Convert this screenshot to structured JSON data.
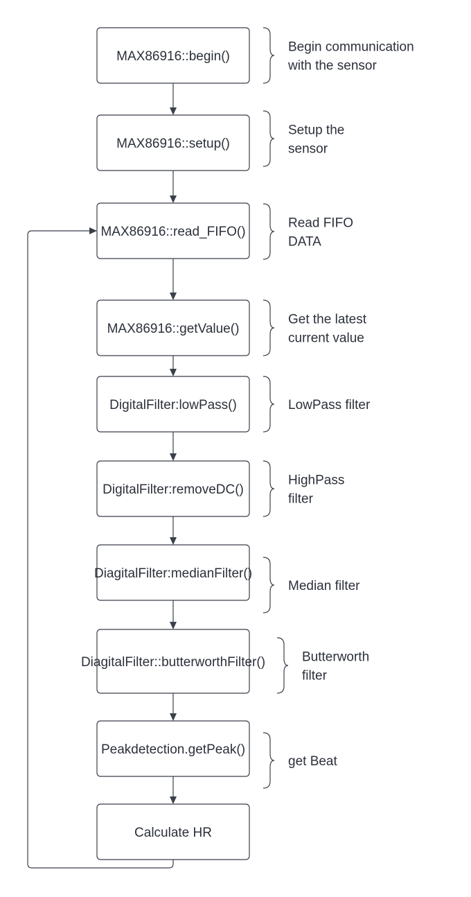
{
  "flowchart": {
    "steps": [
      {
        "id": "begin",
        "label": "MAX86916::begin()",
        "note": [
          "Begin communication",
          "with the sensor"
        ]
      },
      {
        "id": "setup",
        "label": "MAX86916::setup()",
        "note": [
          "Setup the",
          "sensor"
        ]
      },
      {
        "id": "read-fifo",
        "label": "MAX86916::read_FIFO()",
        "note": [
          "Read FIFO",
          "DATA"
        ]
      },
      {
        "id": "get-value",
        "label": "MAX86916::getValue()",
        "note": [
          "Get the latest",
          "current value"
        ]
      },
      {
        "id": "low-pass",
        "label": "DigitalFilter:lowPass()",
        "note": [
          "LowPass filter"
        ]
      },
      {
        "id": "remove-dc",
        "label": "DigitalFilter:removeDC()",
        "note": [
          "HighPass",
          "filter"
        ]
      },
      {
        "id": "median-filter",
        "label": "DiagitalFilter:medianFilter()",
        "note": [
          "Median filter"
        ]
      },
      {
        "id": "butterworth-filter",
        "label": "DiagitalFilter::butterworthFilter()",
        "note": [
          "Butterworth",
          "filter"
        ]
      },
      {
        "id": "get-peak",
        "label": "Peakdetection.getPeak()",
        "note": [
          "get Beat"
        ]
      },
      {
        "id": "calculate-hr",
        "label": "Calculate HR",
        "note": []
      }
    ],
    "connections": [
      {
        "from": "begin",
        "to": "setup"
      },
      {
        "from": "setup",
        "to": "read-fifo"
      },
      {
        "from": "read-fifo",
        "to": "get-value"
      },
      {
        "from": "get-value",
        "to": "low-pass"
      },
      {
        "from": "low-pass",
        "to": "remove-dc"
      },
      {
        "from": "remove-dc",
        "to": "median-filter"
      },
      {
        "from": "median-filter",
        "to": "butterworth-filter"
      },
      {
        "from": "butterworth-filter",
        "to": "get-peak"
      },
      {
        "from": "get-peak",
        "to": "calculate-hr"
      },
      {
        "from": "calculate-hr",
        "to": "read-fifo",
        "kind": "loop-back"
      }
    ],
    "colors": {
      "stroke": "#3a3f4a",
      "text": "#2b3039",
      "box_fill": "#ffffff",
      "background": "#ffffff"
    }
  }
}
